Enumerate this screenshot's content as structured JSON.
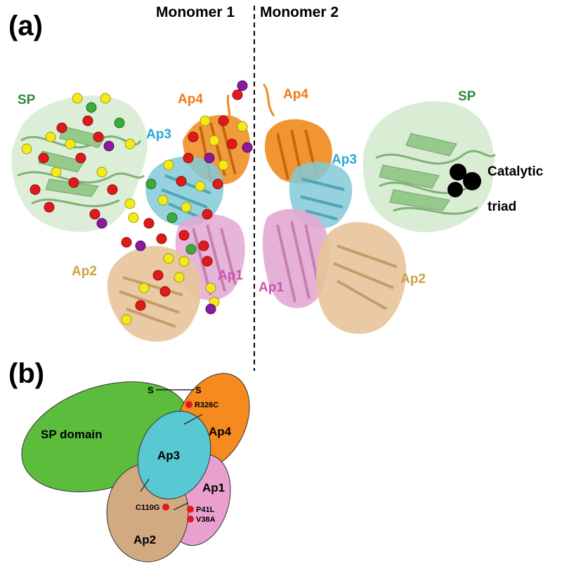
{
  "panels": {
    "a": "(a)",
    "b": "(b)"
  },
  "monomers": {
    "left": "Monomer 1",
    "right": "Monomer 2"
  },
  "colors": {
    "sp": "#9fcc96",
    "sp_label": "#2e8b3e",
    "ap1": "#e3a8d2",
    "ap1_label": "#cc52b0",
    "ap2": "#e8c49a",
    "ap2_label": "#c9a440",
    "ap3": "#84c9d8",
    "ap3_label": "#29a7d6",
    "ap4": "#f08a1c",
    "ap4_label": "#ef7a1a",
    "mutation_red": "#e01a1a",
    "mutation_yellow": "#f3ea1a",
    "mutation_green": "#3cab3a",
    "mutation_purple": "#8a1aa0",
    "catalytic": "#000000",
    "schematic_sp": "#5cbd3d",
    "schematic_ap4": "#f58a1f",
    "schematic_ap3": "#58c8d2",
    "schematic_ap1": "#eaa0cf",
    "schematic_ap2": "#d2aa82"
  },
  "structure_labels": {
    "m1_sp": "SP",
    "m1_ap3": "Ap3",
    "m1_ap4": "Ap4",
    "m1_ap2": "Ap2",
    "m1_ap1": "Ap1",
    "m2_ap4": "Ap4",
    "m2_ap3": "Ap3",
    "m2_sp": "SP",
    "m2_ap1": "Ap1",
    "m2_ap2": "Ap2",
    "catalytic_1": "Catalytic",
    "catalytic_2": "triad"
  },
  "schematic": {
    "sp_domain": "SP domain",
    "ap3": "Ap3",
    "ap4": "Ap4",
    "ap1": "Ap1",
    "ap2": "Ap2",
    "s1": "S",
    "s2": "S",
    "mutations": {
      "r326c": "R326C",
      "c110g": "C110G",
      "p41l": "P41L",
      "v38a": "V38A"
    }
  }
}
